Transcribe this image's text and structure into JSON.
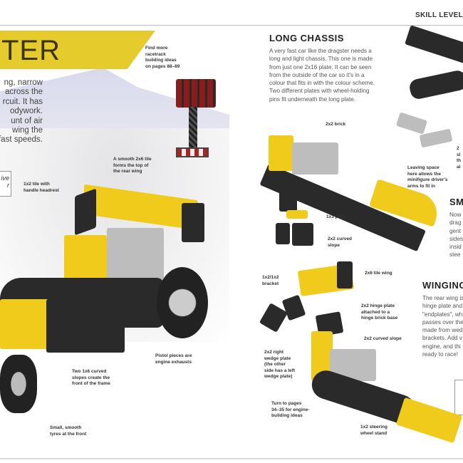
{
  "header": {
    "skill_level": "SKILL LEVEL"
  },
  "left_page": {
    "title": "TER",
    "intro_lines": [
      "ng, narrow",
      "across the",
      "rcuit. It has",
      "odywork.",
      "unt of air",
      "wing the",
      "fast speeds."
    ],
    "tip_box_text": "ive\nr",
    "callouts": {
      "racetrack": "Find more\nracetrack\nbuilding ideas\non pages 88–89",
      "rear_wing": "A smooth 2x6 tile\nforms the top of\nthe rear wing",
      "headrest": "1x2 tile with\nhandle headrest",
      "exhausts": "Pistol pieces are\nengine exhausts",
      "front_frame": "Two 1x6 curved\nslopes create the\nfront of the frame",
      "tyres": "Small, smooth\ntyres at the front"
    }
  },
  "right_page": {
    "long_chassis": {
      "heading": "LONG CHASSIS",
      "body": "A very fast car like the dragster needs a\nlong and light chassis. This one is made\nfrom just one 2x16 plate. It can be seen\nfrom the outside of the car so it's in a\ncolour that fits in with the colour scheme.\nTwo different plates with wheel-holding\npins fit underneath the long plate."
    },
    "callouts": {
      "brick": "2x2 brick",
      "space": "Leaving space\nhere allows the\nminifigure driver's\narms to fit in",
      "plate_1x3": "1x3 plate",
      "curved_slope": "2x2 curved\nslope",
      "cut_right": "2\nsl\nth\nal",
      "tile_wing": "2x6 tile wing",
      "bracket": "1x2/1x2\nbracket",
      "hinge": "2x2 hinge plate\nattached to a\nhinge brick base",
      "curved_slope2": "2x2 curved slope",
      "wedge": "2x2 right\nwedge plate\n(the other\nside has a left\nwedge plate)",
      "engine": "Turn to pages\n34–35 for engine-\nbuilding ideas",
      "steering": "1x2 steering\nwheel stand"
    },
    "small_section": {
      "heading": "SM",
      "body": "Now\ndrag\ngent\nsides\ninsid\nstee"
    },
    "winging": {
      "heading": "WINGING",
      "body": "The rear wing is\nhinge plate and\n\"endplates\", wh\npasses over the\nmade from wed\nbrackets. Add v\nengine, and thi\nready to race!"
    }
  },
  "colors": {
    "banner": "#e5cb2b",
    "title": "#3b3410",
    "brick_yellow": "#f0cb1c",
    "brick_black": "#2a2a2a",
    "brick_grey": "#bdbdbd"
  }
}
